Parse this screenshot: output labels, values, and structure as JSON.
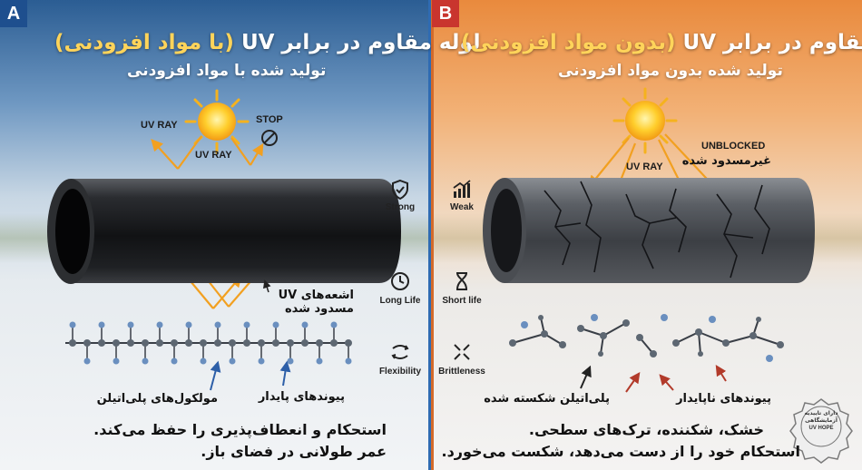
{
  "panel_a": {
    "tag": "A",
    "title_main": "لوله مقاوم در برابر UV",
    "title_highlight": "(با مواد افزودنی)",
    "subtitle": "تولید شده با مواد افزودنی",
    "uv_ray_label_1": "UV RAY",
    "uv_ray_label_2": "UV RAY",
    "stop_label": "STOP",
    "blocked_rays_label_line1": "اشعه‌های UV",
    "blocked_rays_label_line2": "مسدود شده",
    "polyethylene_label": "مولکول‌های پلی‌اتیلن",
    "stable_bonds_label": "پیوندهای پایدار",
    "bottom_line1": "استحکام و انعطاف‌پذیری را حفظ می‌کند.",
    "bottom_line2": "عمر طولانی در فضای باز."
  },
  "panel_b": {
    "tag": "B",
    "title_main": "لوله غیرمقاوم در برابر UV",
    "title_highlight": "(بدون مواد افزودنی)",
    "subtitle": "تولید شده بدون مواد افزودنی",
    "uv_ray_label": "UV RAY",
    "unblocked_label_en": "UNBLOCKED",
    "unblocked_label_fa": "غیرمسدود شده",
    "broken_pe_label": "پلی‌اتیلن شکسته شده",
    "unstable_bonds_label": "پیوندهای ناپایدار",
    "bottom_line1": "خشک، شکننده، ترک‌های سطحی.",
    "bottom_line2": "استحکام خود را از دست می‌دهد، شکست می‌خورد.",
    "badge_line1": "دارای تاییدیه",
    "badge_line2": "آزمایشگاهی",
    "badge_line3": "UV HOPE"
  },
  "comparison": {
    "left": [
      "Strong",
      "Long Life",
      "Flexibility"
    ],
    "right": [
      "Weak",
      "Short life",
      "Brittleness"
    ]
  },
  "colors": {
    "panel_a_accent": "#1e4f8e",
    "panel_b_accent": "#c9352e",
    "title_highlight": "#ffd45a",
    "uv_ray": "#f2a020"
  }
}
